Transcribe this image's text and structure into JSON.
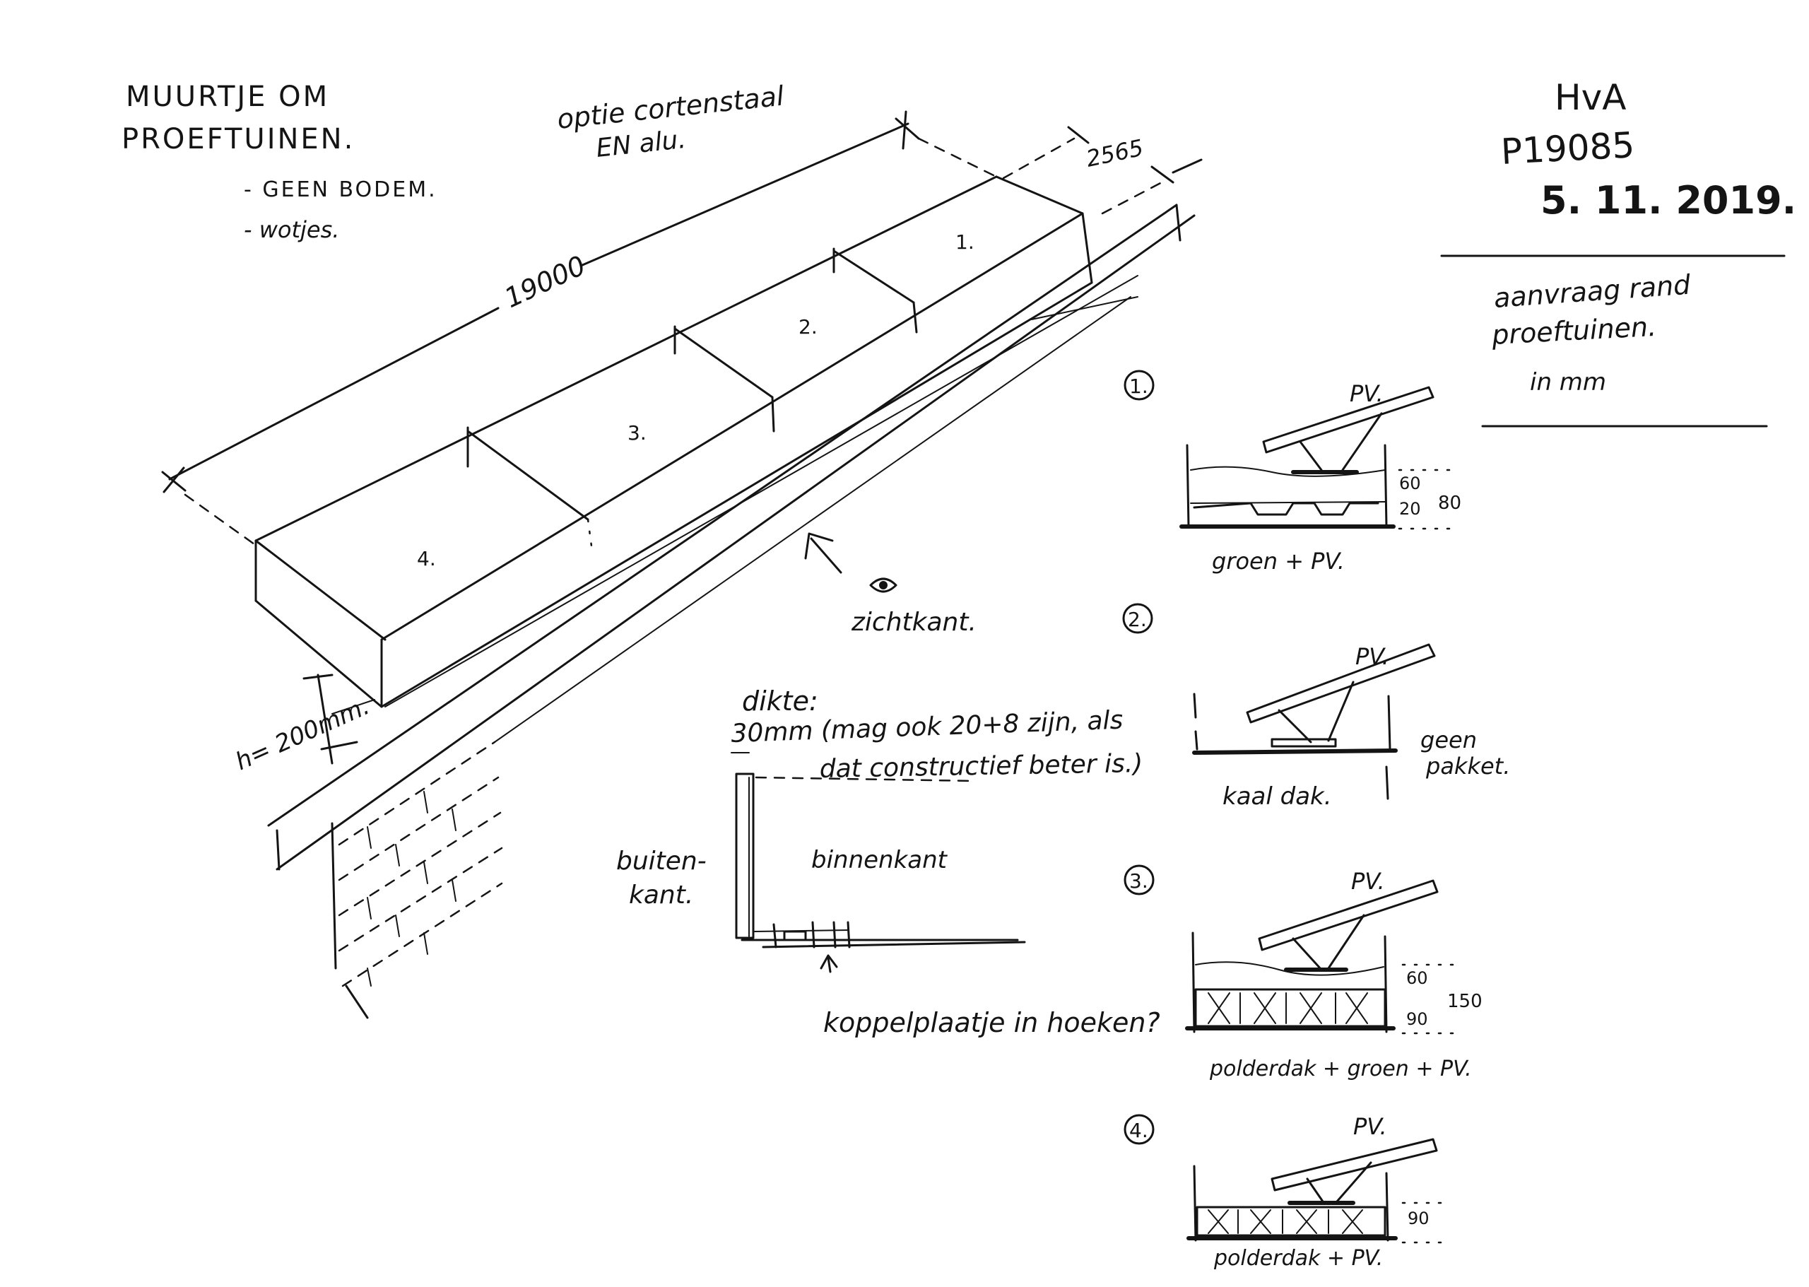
{
  "title": {
    "line1": "MUURTJE OM",
    "line2": "PROEFTUINEN.",
    "bullet1": "- GEEN BODEM.",
    "bullet2": "- wotjes."
  },
  "material_note": {
    "line1": "optie cortenstaal",
    "line2": "EN alu."
  },
  "project_block": {
    "client": "HvA",
    "project_no": "P19085",
    "date": "5. 11. 2019.",
    "desc_line1": "aanvraag rand",
    "desc_line2": "proeftuinen.",
    "unit_note": "in mm"
  },
  "isometric": {
    "length_dim": "19000",
    "width_dim": "2565",
    "height_dim": "h= 200mm.",
    "beds": [
      "1.",
      "2.",
      "3.",
      "4."
    ],
    "view_label": "zichtkant."
  },
  "wall_section": {
    "thickness_label": "dikte:",
    "thickness_line1": "30mm (mag ook 20+8 zijn, als",
    "thickness_line2": "dat constructief beter is.)",
    "outside_line1": "buiten-",
    "outside_line2": "kant.",
    "inside": "binnenkant",
    "question": "koppelplaatje in hoeken?"
  },
  "options": [
    {
      "num": "1.",
      "pv": "PV.",
      "caption": "groen + PV.",
      "dims": [
        "60",
        "20",
        "80"
      ]
    },
    {
      "num": "2.",
      "pv": "PV.",
      "caption": "kaal dak.",
      "side_line1": "geen",
      "side_line2": "pakket."
    },
    {
      "num": "3.",
      "pv": "PV.",
      "caption": "polderdak + groen + PV.",
      "dims": [
        "60",
        "90",
        "150"
      ]
    },
    {
      "num": "4.",
      "pv": "PV.",
      "caption": "polderdak + PV.",
      "dims": [
        "90"
      ]
    }
  ]
}
